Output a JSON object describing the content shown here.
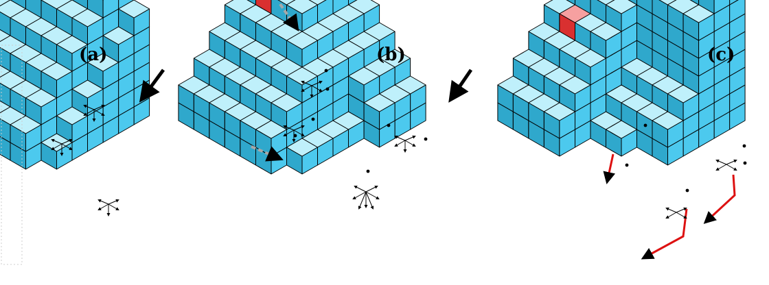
{
  "panels": [
    {
      "label": "(a)"
    },
    {
      "label": "(b)"
    },
    {
      "label": "(c)"
    }
  ],
  "colors": {
    "cube_top": "#bff0fb",
    "cube_left": "#2fa8cc",
    "cube_right": "#4cc9ee",
    "highlight_top": "#f6a0a0",
    "highlight_left": "#d93030",
    "highlight_right": "#ee5555",
    "edge": "#000000",
    "primary_arrow": "#000000",
    "secondary_arrow": "#a8a8a8",
    "path": "#dd1111"
  },
  "icons": {
    "incident_arrow": "arrow-icon",
    "dashed_arrow": "dashed-arrow-icon"
  }
}
